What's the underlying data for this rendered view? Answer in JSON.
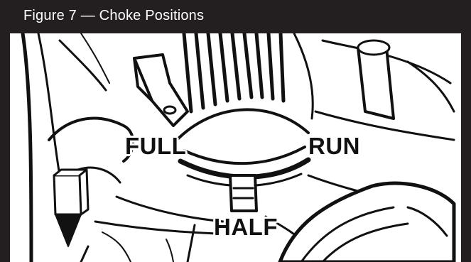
{
  "figure": {
    "caption": "Figure 7 — Choke Positions"
  },
  "labels": {
    "full": "FULL",
    "run": "RUN",
    "half": "HALF"
  },
  "colors": {
    "caption_bar": "#231f20",
    "caption_text": "#ffffff",
    "line_art": "#111111",
    "background": "#ffffff"
  }
}
